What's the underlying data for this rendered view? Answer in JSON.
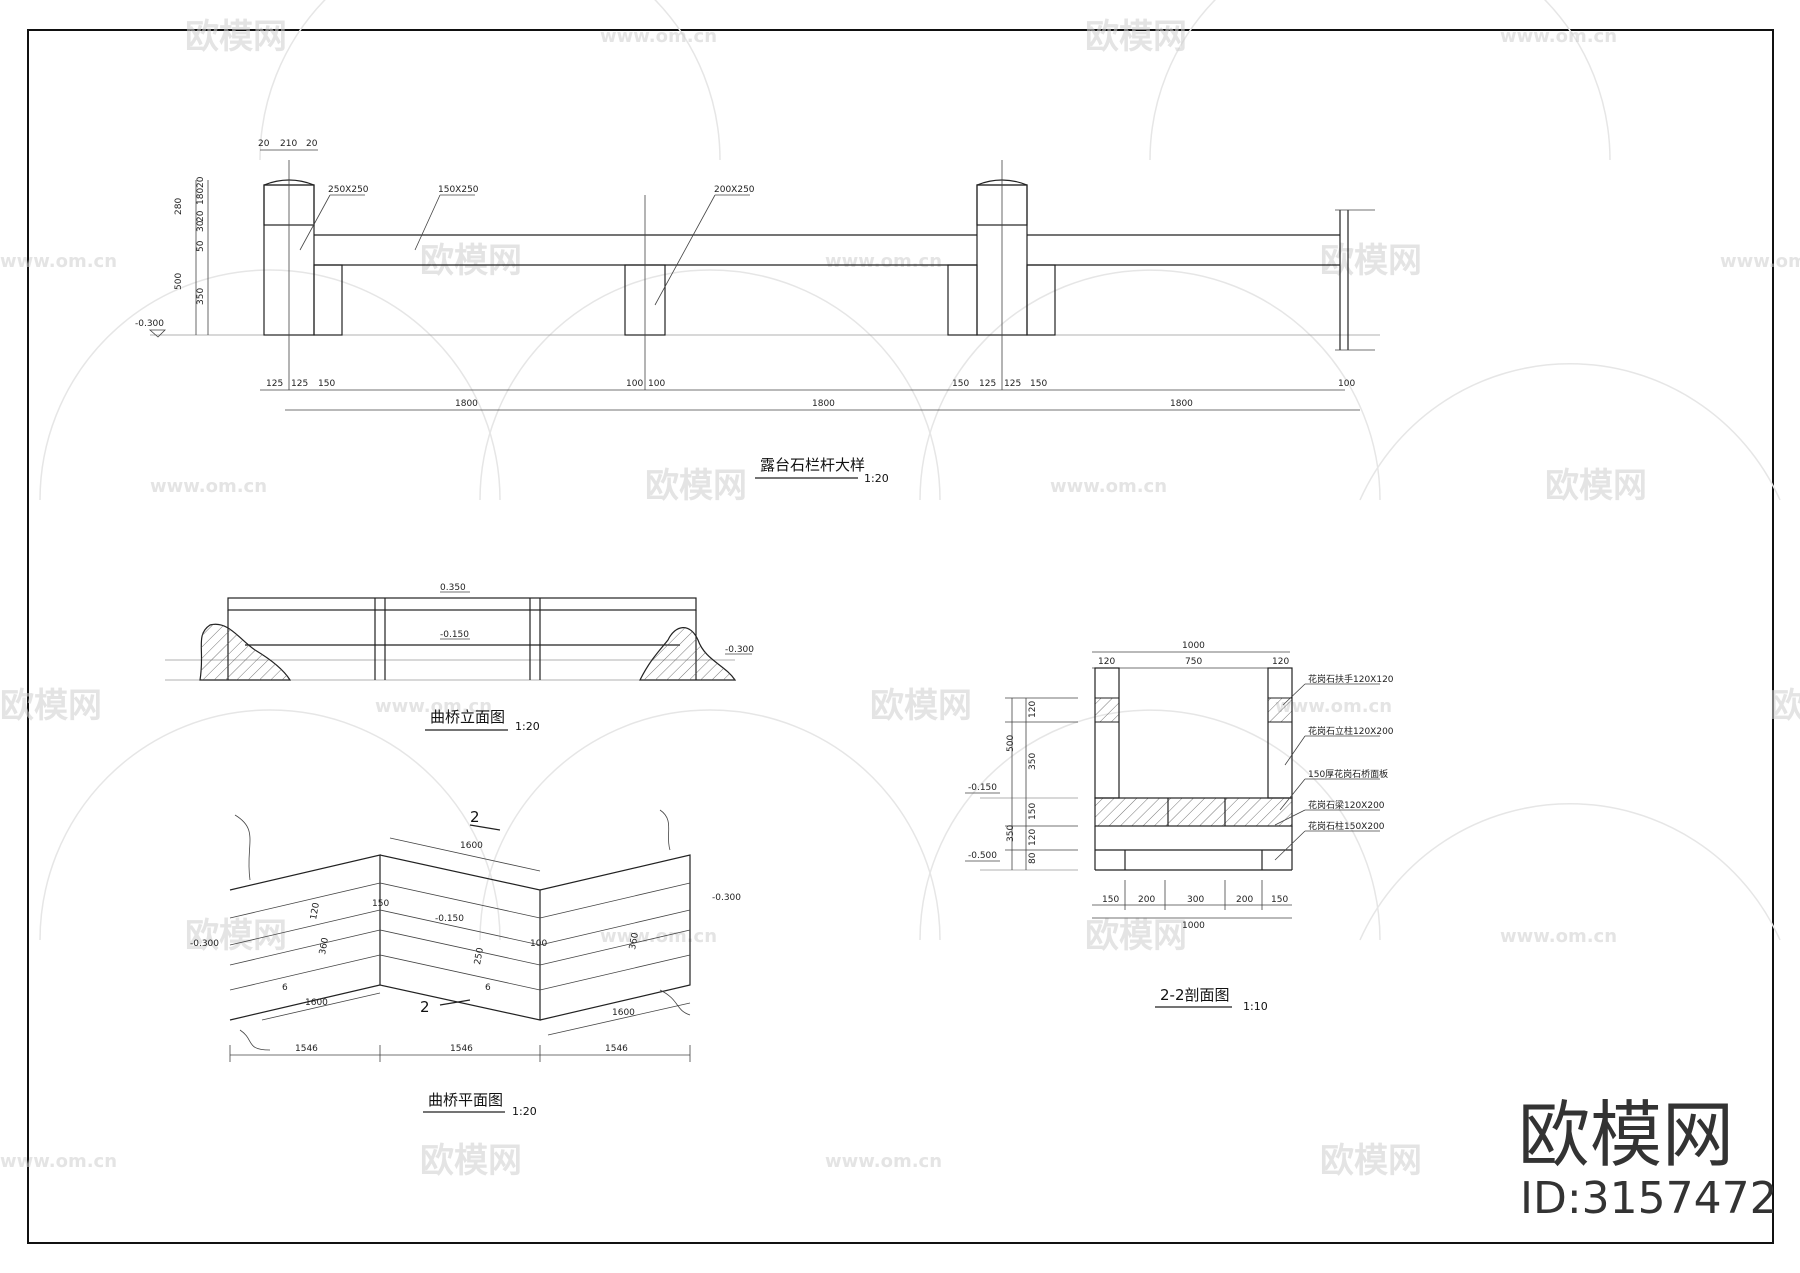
{
  "watermark": {
    "brand": "欧模网",
    "site": "www.om.cn",
    "id_label": "ID:3157472",
    "color": "#cfcfcf"
  },
  "railing": {
    "title": "露台石栏杆大样",
    "scale": "1:20",
    "top_dims": [
      "20",
      "210",
      "20"
    ],
    "left_dims": [
      "280",
      "20",
      "180",
      "20",
      "30",
      "50",
      "350",
      "500"
    ],
    "callouts": [
      "250X250",
      "150X250",
      "200X250"
    ],
    "bottom_dims": [
      "125",
      "125",
      "150",
      "100",
      "100",
      "150",
      "125",
      "125",
      "150",
      "100"
    ],
    "span_dims": [
      "1800",
      "1800",
      "1800"
    ],
    "elev": "-0.300"
  },
  "bridge_elev": {
    "title": "曲桥立面图",
    "scale": "1:20",
    "elev_top": "0.350",
    "elev_mid": "-0.150",
    "elev_right": "-0.300"
  },
  "bridge_plan": {
    "title": "曲桥平面图",
    "scale": "1:20",
    "section_mark": "2",
    "spans": [
      "1546",
      "1546",
      "1546"
    ],
    "slope_dims": [
      "1600",
      "1600",
      "1600"
    ],
    "elev_left": "-0.300",
    "elev_mid": "-0.150",
    "elev_right": "-0.300",
    "angle": "6",
    "width_dims": [
      "120",
      "150",
      "250",
      "360",
      "100"
    ]
  },
  "section": {
    "title": "2-2剖面图",
    "scale": "1:10",
    "top_total": "1000",
    "top_parts": [
      "120",
      "750",
      "120"
    ],
    "left_dims": [
      "120",
      "500",
      "350",
      "150",
      "350",
      "120",
      "80"
    ],
    "bottom_parts": [
      "150",
      "200",
      "300",
      "200",
      "150"
    ],
    "bottom_total": "1000",
    "elev_upper": "-0.150",
    "elev_lower": "-0.500",
    "notes": [
      "花岗石扶手120X120",
      "花岗石立柱120X200",
      "150厚花岗石桥面板",
      "花岗石梁120X200",
      "花岗石柱150X200"
    ]
  }
}
